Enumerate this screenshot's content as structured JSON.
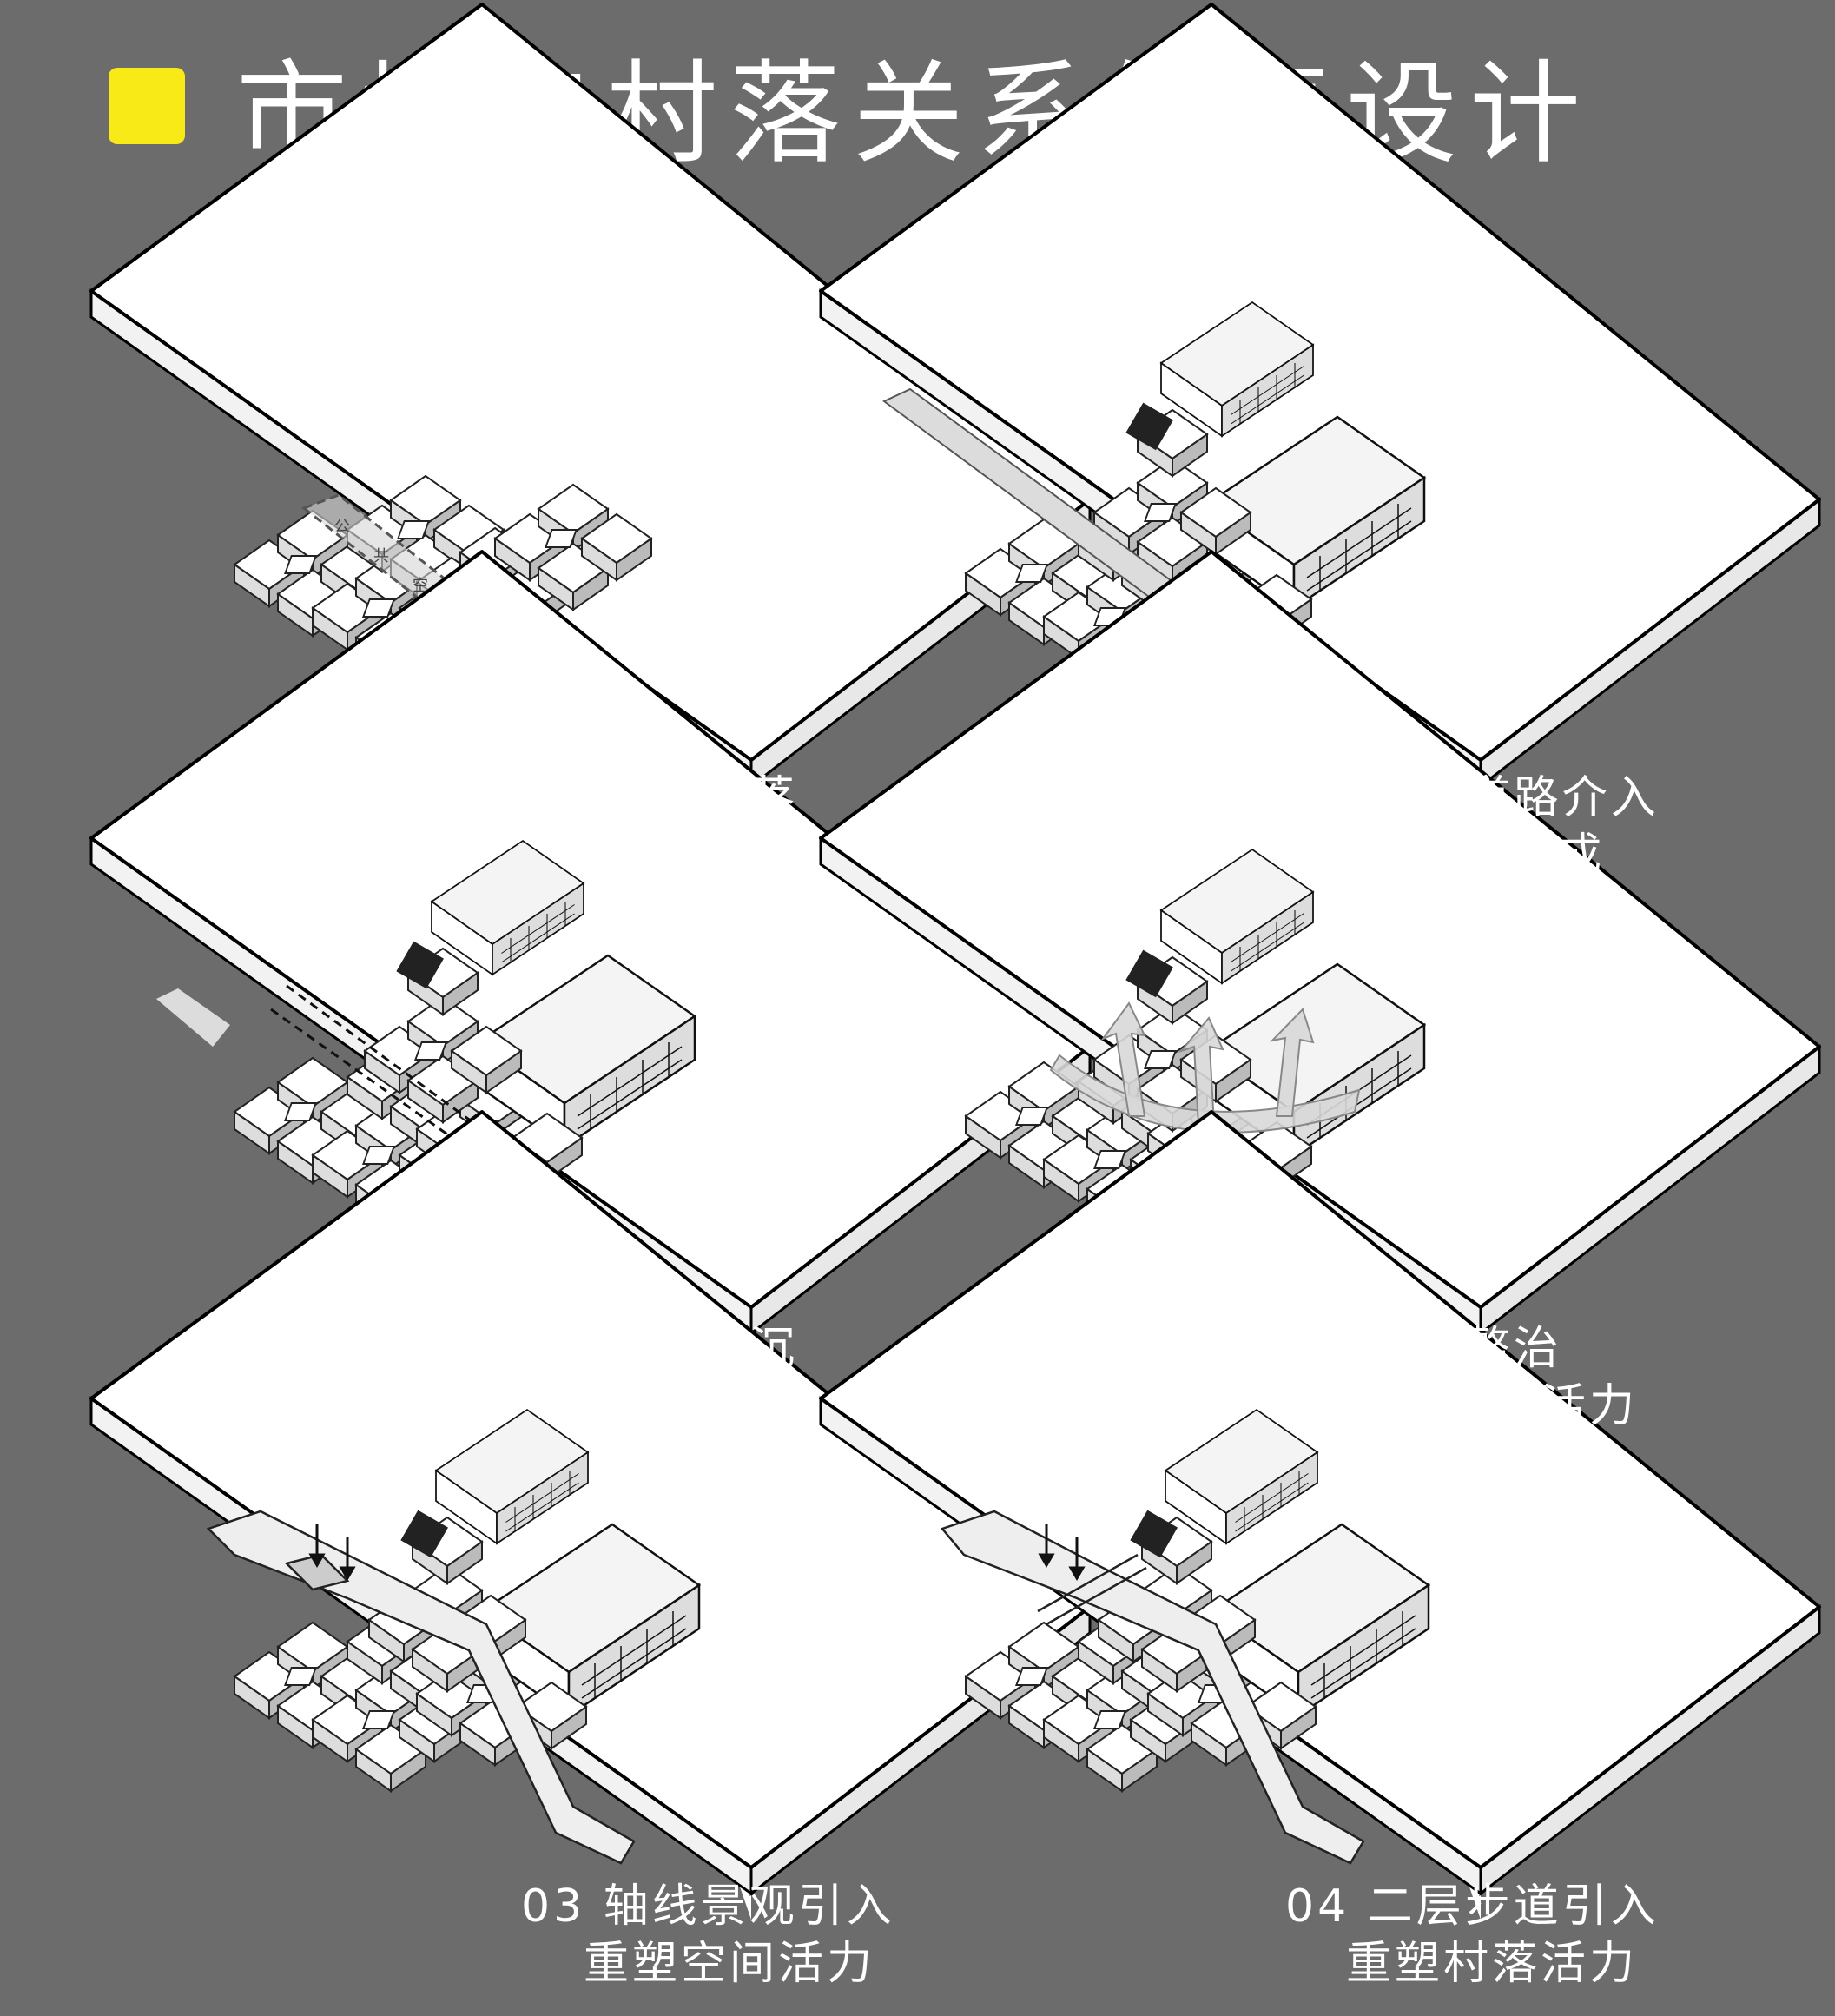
{
  "title": "市场与村落关系修复设计",
  "accent_color": "#f7ea16",
  "background_color": "#6c6c6c",
  "steps": [
    {
      "line1": "01 原初村落",
      "line2": "",
      "label_vertical": [
        "公",
        "共",
        "空",
        "间"
      ]
    },
    {
      "line1": "01  城市道路介入",
      "line2": "与市场建成"
    },
    {
      "line1": "03 道路下沉",
      "line2": ""
    },
    {
      "line1": "04 市场整治",
      "line2": "重塑市场活力"
    },
    {
      "line1": "03 轴线景观引入",
      "line2": "重塑空间活力"
    },
    {
      "line1": "04 二层步道引入",
      "line2": "重塑村落活力"
    }
  ]
}
